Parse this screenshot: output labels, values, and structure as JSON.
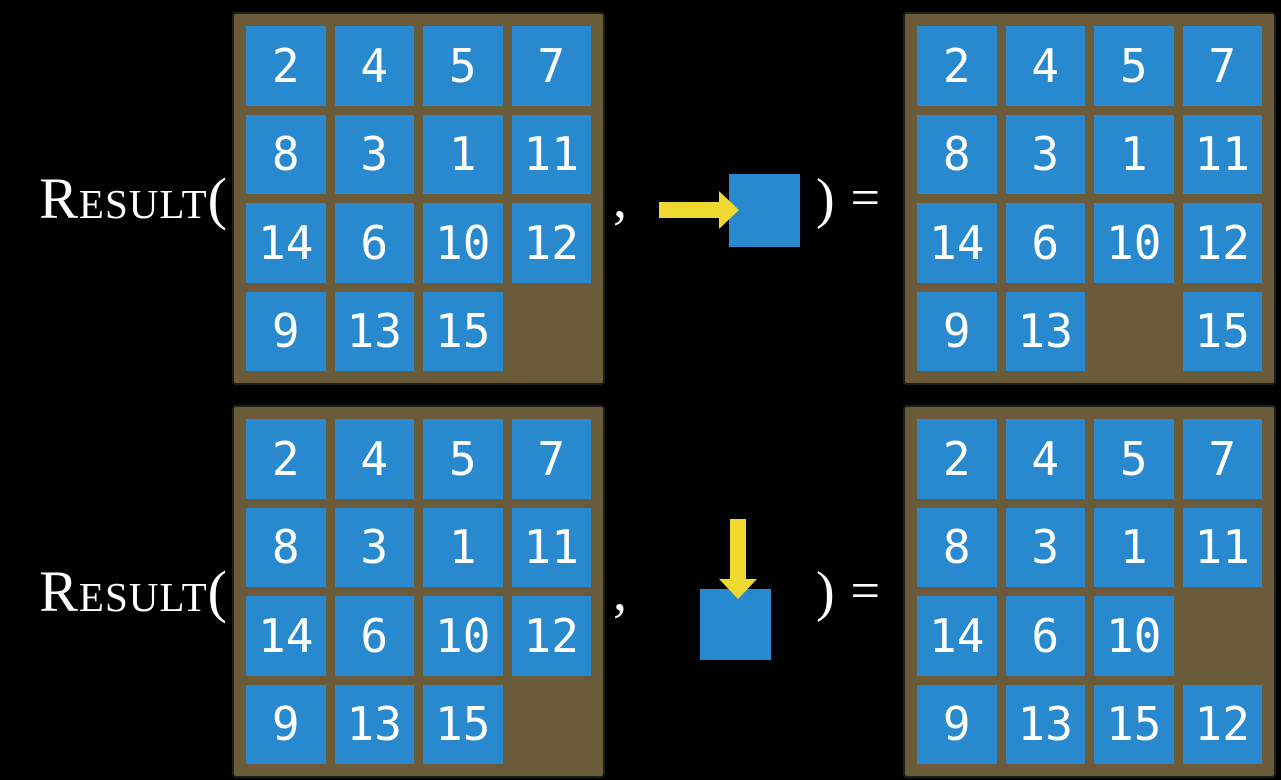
{
  "title": "RESULT function examples on 15-puzzle states",
  "function": {
    "label": "Result("
  },
  "punctuation": {
    "comma": ",",
    "close_paren": ")",
    "equals": "="
  },
  "colors": {
    "background": "#000000",
    "board_frame": "#6a5c3a",
    "board_border": "#1f1d17",
    "tile": "#2889cf",
    "tile_text": "#ffffff",
    "arrow": "#efd930",
    "text": "#ffffff"
  },
  "examples": [
    {
      "arrow_direction": "right",
      "input_grid": [
        [
          "2",
          "4",
          "5",
          "7"
        ],
        [
          "8",
          "3",
          "1",
          "11"
        ],
        [
          "14",
          "6",
          "10",
          "12"
        ],
        [
          "9",
          "13",
          "15",
          ""
        ]
      ],
      "output_grid": [
        [
          "2",
          "4",
          "5",
          "7"
        ],
        [
          "8",
          "3",
          "1",
          "11"
        ],
        [
          "14",
          "6",
          "10",
          "12"
        ],
        [
          "9",
          "13",
          "",
          "15"
        ]
      ]
    },
    {
      "arrow_direction": "down",
      "input_grid": [
        [
          "2",
          "4",
          "5",
          "7"
        ],
        [
          "8",
          "3",
          "1",
          "11"
        ],
        [
          "14",
          "6",
          "10",
          "12"
        ],
        [
          "9",
          "13",
          "15",
          ""
        ]
      ],
      "output_grid": [
        [
          "2",
          "4",
          "5",
          "7"
        ],
        [
          "8",
          "3",
          "1",
          "11"
        ],
        [
          "14",
          "6",
          "10",
          ""
        ],
        [
          "9",
          "13",
          "15",
          "12"
        ]
      ]
    }
  ]
}
